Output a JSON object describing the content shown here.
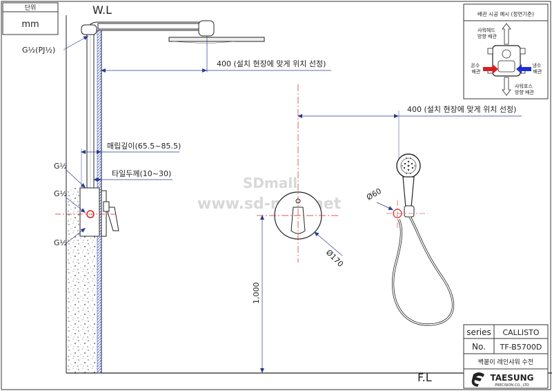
{
  "unit_box": {
    "header": "단위",
    "value": "mm"
  },
  "labels": {
    "wl": "W.L",
    "fl": "F.L",
    "pipe_top": "G½(PJ½)",
    "pipe_g1": "G½",
    "pipe_g2": "G½",
    "pipe_g3": "G½",
    "dim_400_top": "400 (설치 현장에 맞게 위치 선정)",
    "dim_400_right": "400 (설치 현장에 맞게 위치 선정)",
    "embed_depth": "매립깊이(65.5~85.5)",
    "tile_thickness": "타일두께(10~30)",
    "height_1000": "1,000",
    "dia_170": "Ø170",
    "dia_60": "Ø60"
  },
  "watermark": {
    "line1": "SDmall",
    "line2": "www.sd-mall.net"
  },
  "inset": {
    "title": "배관 시공 예시 (정면기준)",
    "shower_head": "샤워헤드\n방향 배관",
    "hot": "온수\n배관",
    "cold": "냉수\n배관",
    "shower_hose": "샤워호스\n방향 배관",
    "hot_color": "#d62020",
    "cold_color": "#1c2fd6"
  },
  "title_block": {
    "series_label": "series",
    "series_value": "CALLISTO",
    "no_label": "No.",
    "no_value": "TF-B5700D",
    "description": "벽붙이 레인샤워 수전",
    "brand": "TAESUNG",
    "brand_sub": "PRECISION CO., LTD"
  },
  "colors": {
    "line": "#222222",
    "dim": "#2a3a8c",
    "center": "#d02020",
    "wall_hatch": "#3a55c8"
  }
}
